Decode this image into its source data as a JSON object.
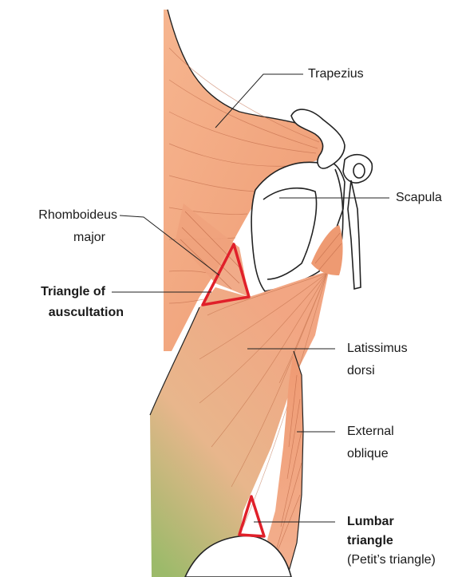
{
  "labels": {
    "trapezius": "Trapezius",
    "scapula": "Scapula",
    "rhomboid_line1": "Rhomboideus",
    "rhomboid_line2": "major",
    "auscultation_line1": "Triangle of",
    "auscultation_line2": "auscultation",
    "latissimus_line1": "Latissimus",
    "latissimus_line2": "dorsi",
    "oblique_line1": "External",
    "oblique_line2": "oblique",
    "lumbar_line1": "Lumbar",
    "lumbar_line2": "triangle",
    "lumbar_line3": "(Petit’s triangle)"
  },
  "colors": {
    "muscle_light": "#f8c8a8",
    "muscle_mid": "#f0a07a",
    "muscle_dark": "#e8865f",
    "muscle_green": "#9cba6a",
    "outline": "#222222",
    "triangle_outline": "#e0202a",
    "text": "#1a1a1a"
  }
}
